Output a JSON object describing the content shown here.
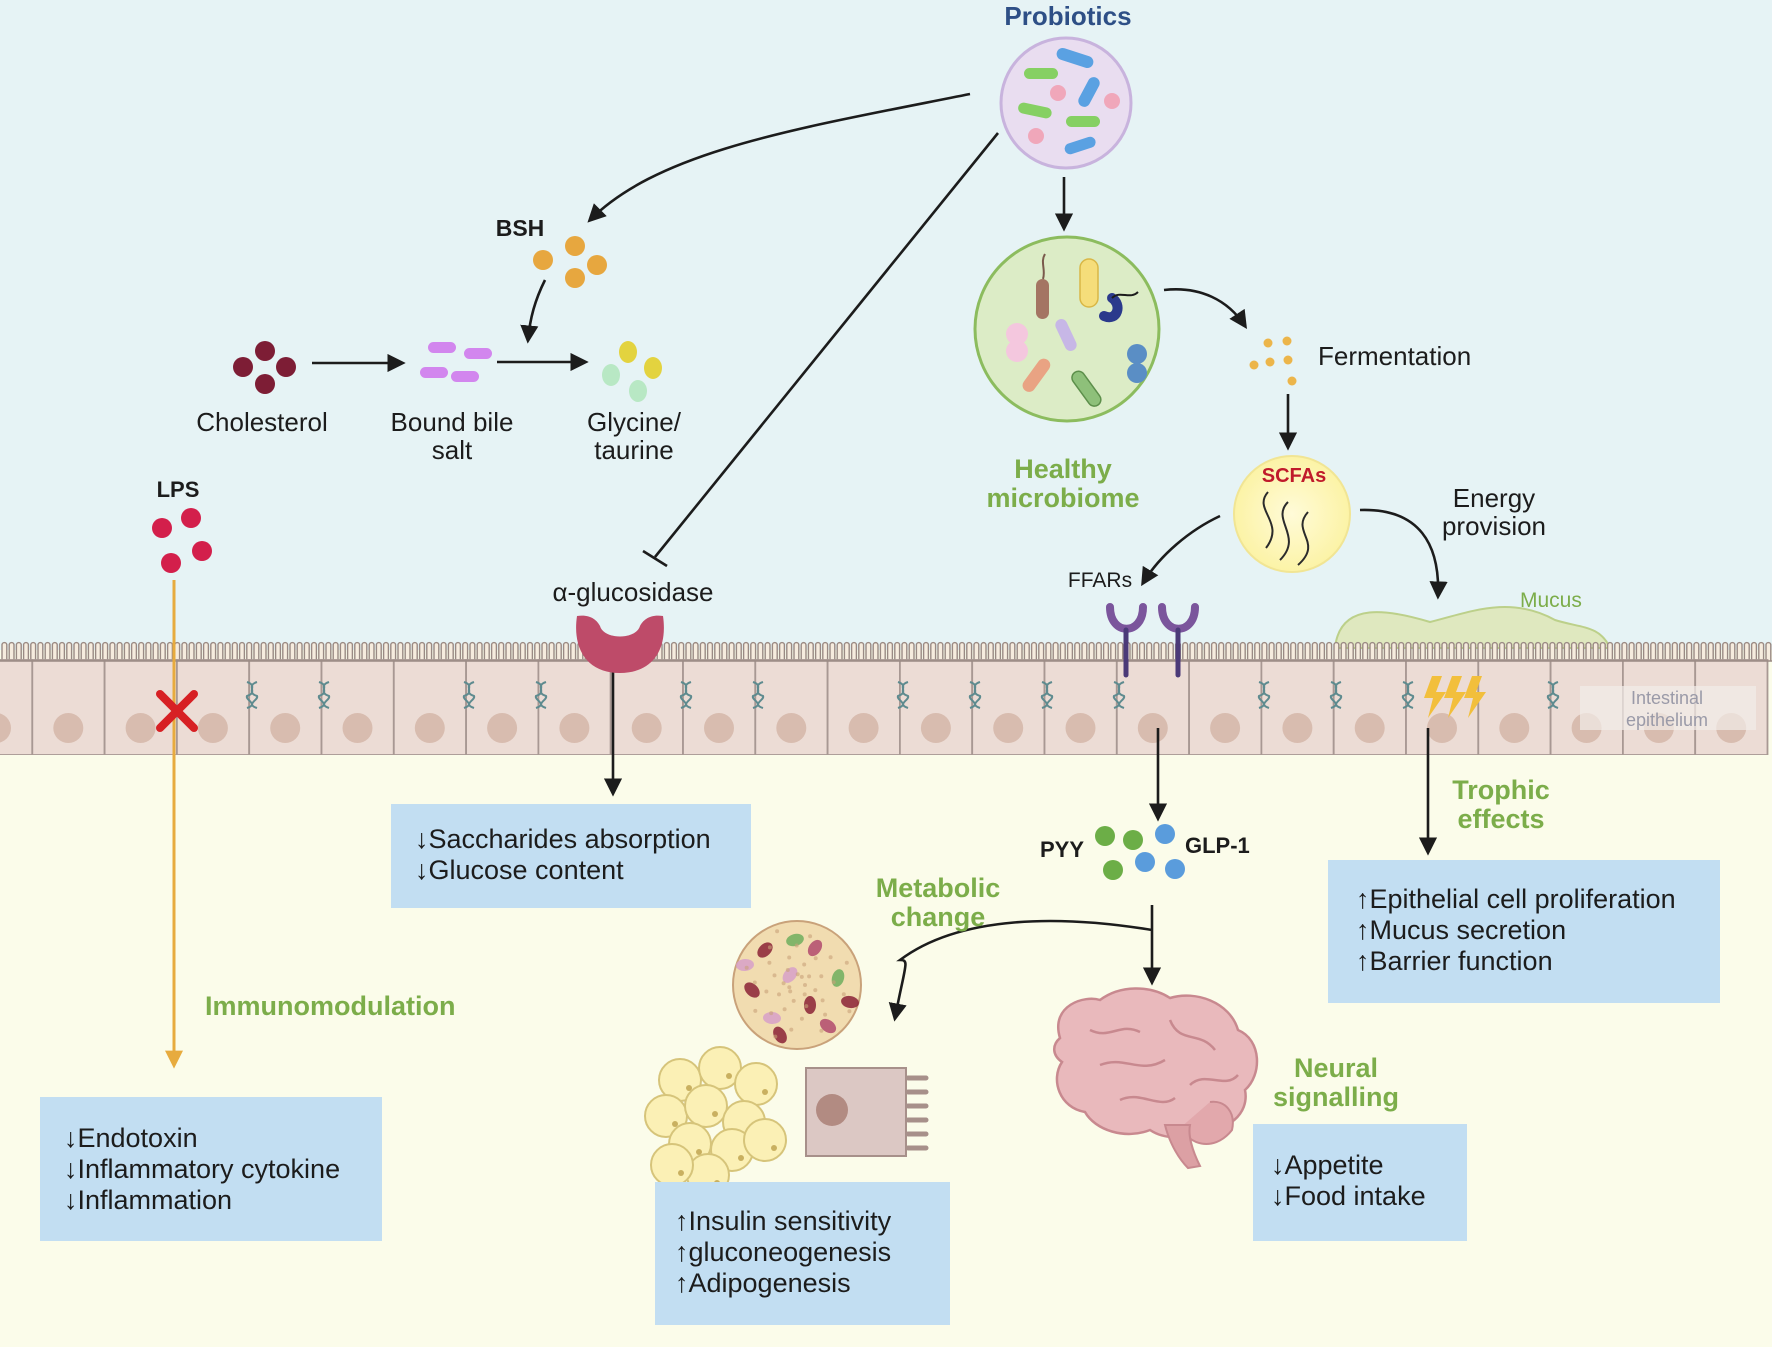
{
  "labels": {
    "probiotics": "Probiotics",
    "bsh": "BSH",
    "cholesterol": "Cholesterol",
    "bound_bile_salt": "Bound bile\nsalt",
    "glycine_taurine": "Glycine/\ntaurine",
    "lps": "LPS",
    "alpha_glucosidase": "α-glucosidase",
    "healthy_microbiome": "Healthy\nmicrobiome",
    "fermentation": "Fermentation",
    "scfas": "SCFAs",
    "energy_provision": "Energy\nprovision",
    "ffars": "FFARs",
    "mucus": "Mucus",
    "intestinal_epithelium": "Intestinal\nepithelium",
    "pyy": "PYY",
    "glp1": "GLP-1",
    "trophic_effects": "Trophic\neffects",
    "metabolic_change": "Metabolic\nchange",
    "immunomodulation": "Immunomodulation",
    "neural_signalling": "Neural\nsignalling"
  },
  "boxes": {
    "saccharides": {
      "lines": [
        "↓Saccharides absorption",
        "↓Glucose content"
      ]
    },
    "epithelial": {
      "lines": [
        "↑Epithelial cell proliferation",
        "↑Mucus secretion",
        "↑Barrier function"
      ]
    },
    "immune": {
      "lines": [
        "↓Endotoxin",
        "↓Inflammatory cytokine",
        "↓Inflammation"
      ]
    },
    "insulin": {
      "lines": [
        "↑Insulin sensitivity",
        "↑gluconeogenesis",
        "↑Adipogenesis"
      ]
    },
    "appetite": {
      "lines": [
        "↓Appetite",
        "↓Food intake"
      ]
    }
  },
  "colors": {
    "lumen_background": "#e6f3f5",
    "tissue_background": "#fbfcea",
    "epithelium_cell": "#ecdcd5",
    "cell_nucleus": "#d8bcaf",
    "box_fill": "#c2def2",
    "label_green": "#7cad4a",
    "label_blue": "#2e4f86",
    "lps_arrow": "#e7ab3e",
    "cholesterol": "#7d1d35",
    "lps_dot": "#d31f4b"
  }
}
